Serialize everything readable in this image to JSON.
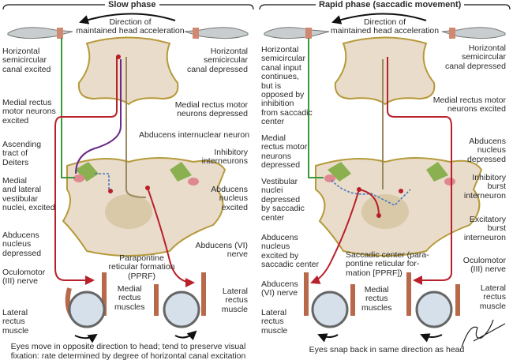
{
  "slow_phase": {
    "title": "Slow phase",
    "direction": "Direction of\nmaintained head acceleration",
    "canal_excited": "Horizontal\nsemicircular\ncanal excited",
    "canal_depressed": "Horizontal\nsemicircular\ncanal depressed",
    "mr_excited": "Medial rectus\nmotor neurons\nexcited",
    "mr_depressed": "Medial rectus motor\nneurons depressed",
    "deiters": "Ascending\ntract of\nDeiters",
    "internuclear": "Abducens internuclear neuron",
    "inhibitory": "Inhibitory\ninterneurons",
    "vestibular": "Medial\nand lateral\nvestibular\nnuclei, excited",
    "abd_excited": "Abducens\nnucleus\nexcited",
    "abd_depressed": "Abducens\nnucleus\ndepressed",
    "abd_nerve": "Abducens (VI)\nnerve",
    "pprf": "Parapontine\nreticular formation\n(PPRF)",
    "oculomotor": "Oculomotor\n(III) nerve",
    "medial_rectus": "Medial\nrectus\nmuscles",
    "lateral_rectus_right": "Lateral\nrectus\nmuscle",
    "lateral_rectus_left": "Lateral\nrectus\nmuscle",
    "caption": "Eyes move in opposite direction to head; tend to preserve visual\nfixation: rate determined by degree of horizontal canal excitation"
  },
  "rapid_phase": {
    "title": "Rapid phase (saccadic movement)",
    "direction": "Direction of\nmaintained head acceleration",
    "canal_input": "Horizontal\nsemicircular\ncanal input\ncontinues,\nbut is\nopposed by\ninhibition\nfrom saccadic\ncenter",
    "canal_depressed": "Horizontal\nsemicircular\ncanal depressed",
    "mr_excited": "Medial rectus motor\nneurons excited",
    "mr_depressed": "Medial\nrectus motor\nneurons\ndepressed",
    "abd_depressed": "Abducens\nnucleus\ndepressed",
    "inhibitory_burst": "Inhibitory\nburst\ninterneuron",
    "vestibular": "Vestibular\nnuclei\ndepressed\nby saccadic\ncenter",
    "excitatory_burst": "Excitatory\nburst\ninterneuron",
    "abd_excited": "Abducens\nnucleus\nexcited by\nsaccadic center",
    "saccadic_center": "Saccadic center (para-\npontine reticular for-\nmation [PPRF])",
    "oculomotor": "Oculomotor\n(III) nerve",
    "abd_nerve": "Abducens\n(VI) nerve",
    "medial_rectus": "Medial\nrectus\nmuscles",
    "lateral_rectus_right": "Lateral\nrectus\nmuscle",
    "lateral_rectus_left": "Lateral\nrectus\nmuscle",
    "caption": "Eyes snap back in same direction as head"
  },
  "signature": "F. Netter M.D.",
  "colors": {
    "tissue": "#e9dccb",
    "rim": "#b59a3a",
    "red": "#b8202a",
    "green": "#3a9a3a",
    "purple": "#6b2a8a",
    "blue": "#4a7ac0",
    "muscle": "#b8694a",
    "eye": "#d6e0ea"
  }
}
